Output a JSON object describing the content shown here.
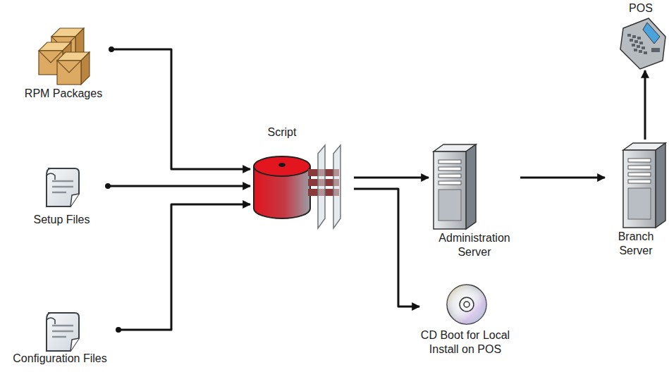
{
  "diagram": {
    "nodes": [
      {
        "text": [
          "RPM Packages"
        ]
      },
      {
        "text": [
          "Setup Files"
        ]
      },
      {
        "text": [
          "Configuration Files"
        ]
      },
      {
        "text": [
          "Script"
        ]
      },
      {
        "text": [
          "Administration Server"
        ]
      },
      {
        "text": [
          "Branch Server"
        ]
      },
      {
        "text": [
          "POS"
        ]
      },
      {
        "text": [
          "CD Boot for Local Install on POS"
        ]
      }
    ],
    "edges": [
      {
        "from": 0,
        "to": 3,
        "arrow": "to"
      },
      {
        "from": 1,
        "to": 3,
        "arrow": "to"
      },
      {
        "from": 2,
        "to": 3,
        "arrow": "to"
      },
      {
        "from": 3,
        "to": 4,
        "arrow": "to"
      },
      {
        "from": 4,
        "to": 5,
        "arrow": "to"
      },
      {
        "from": 5,
        "to": 6,
        "arrow": "to"
      },
      {
        "from": 3,
        "to": 7,
        "arrow": "to"
      }
    ]
  }
}
